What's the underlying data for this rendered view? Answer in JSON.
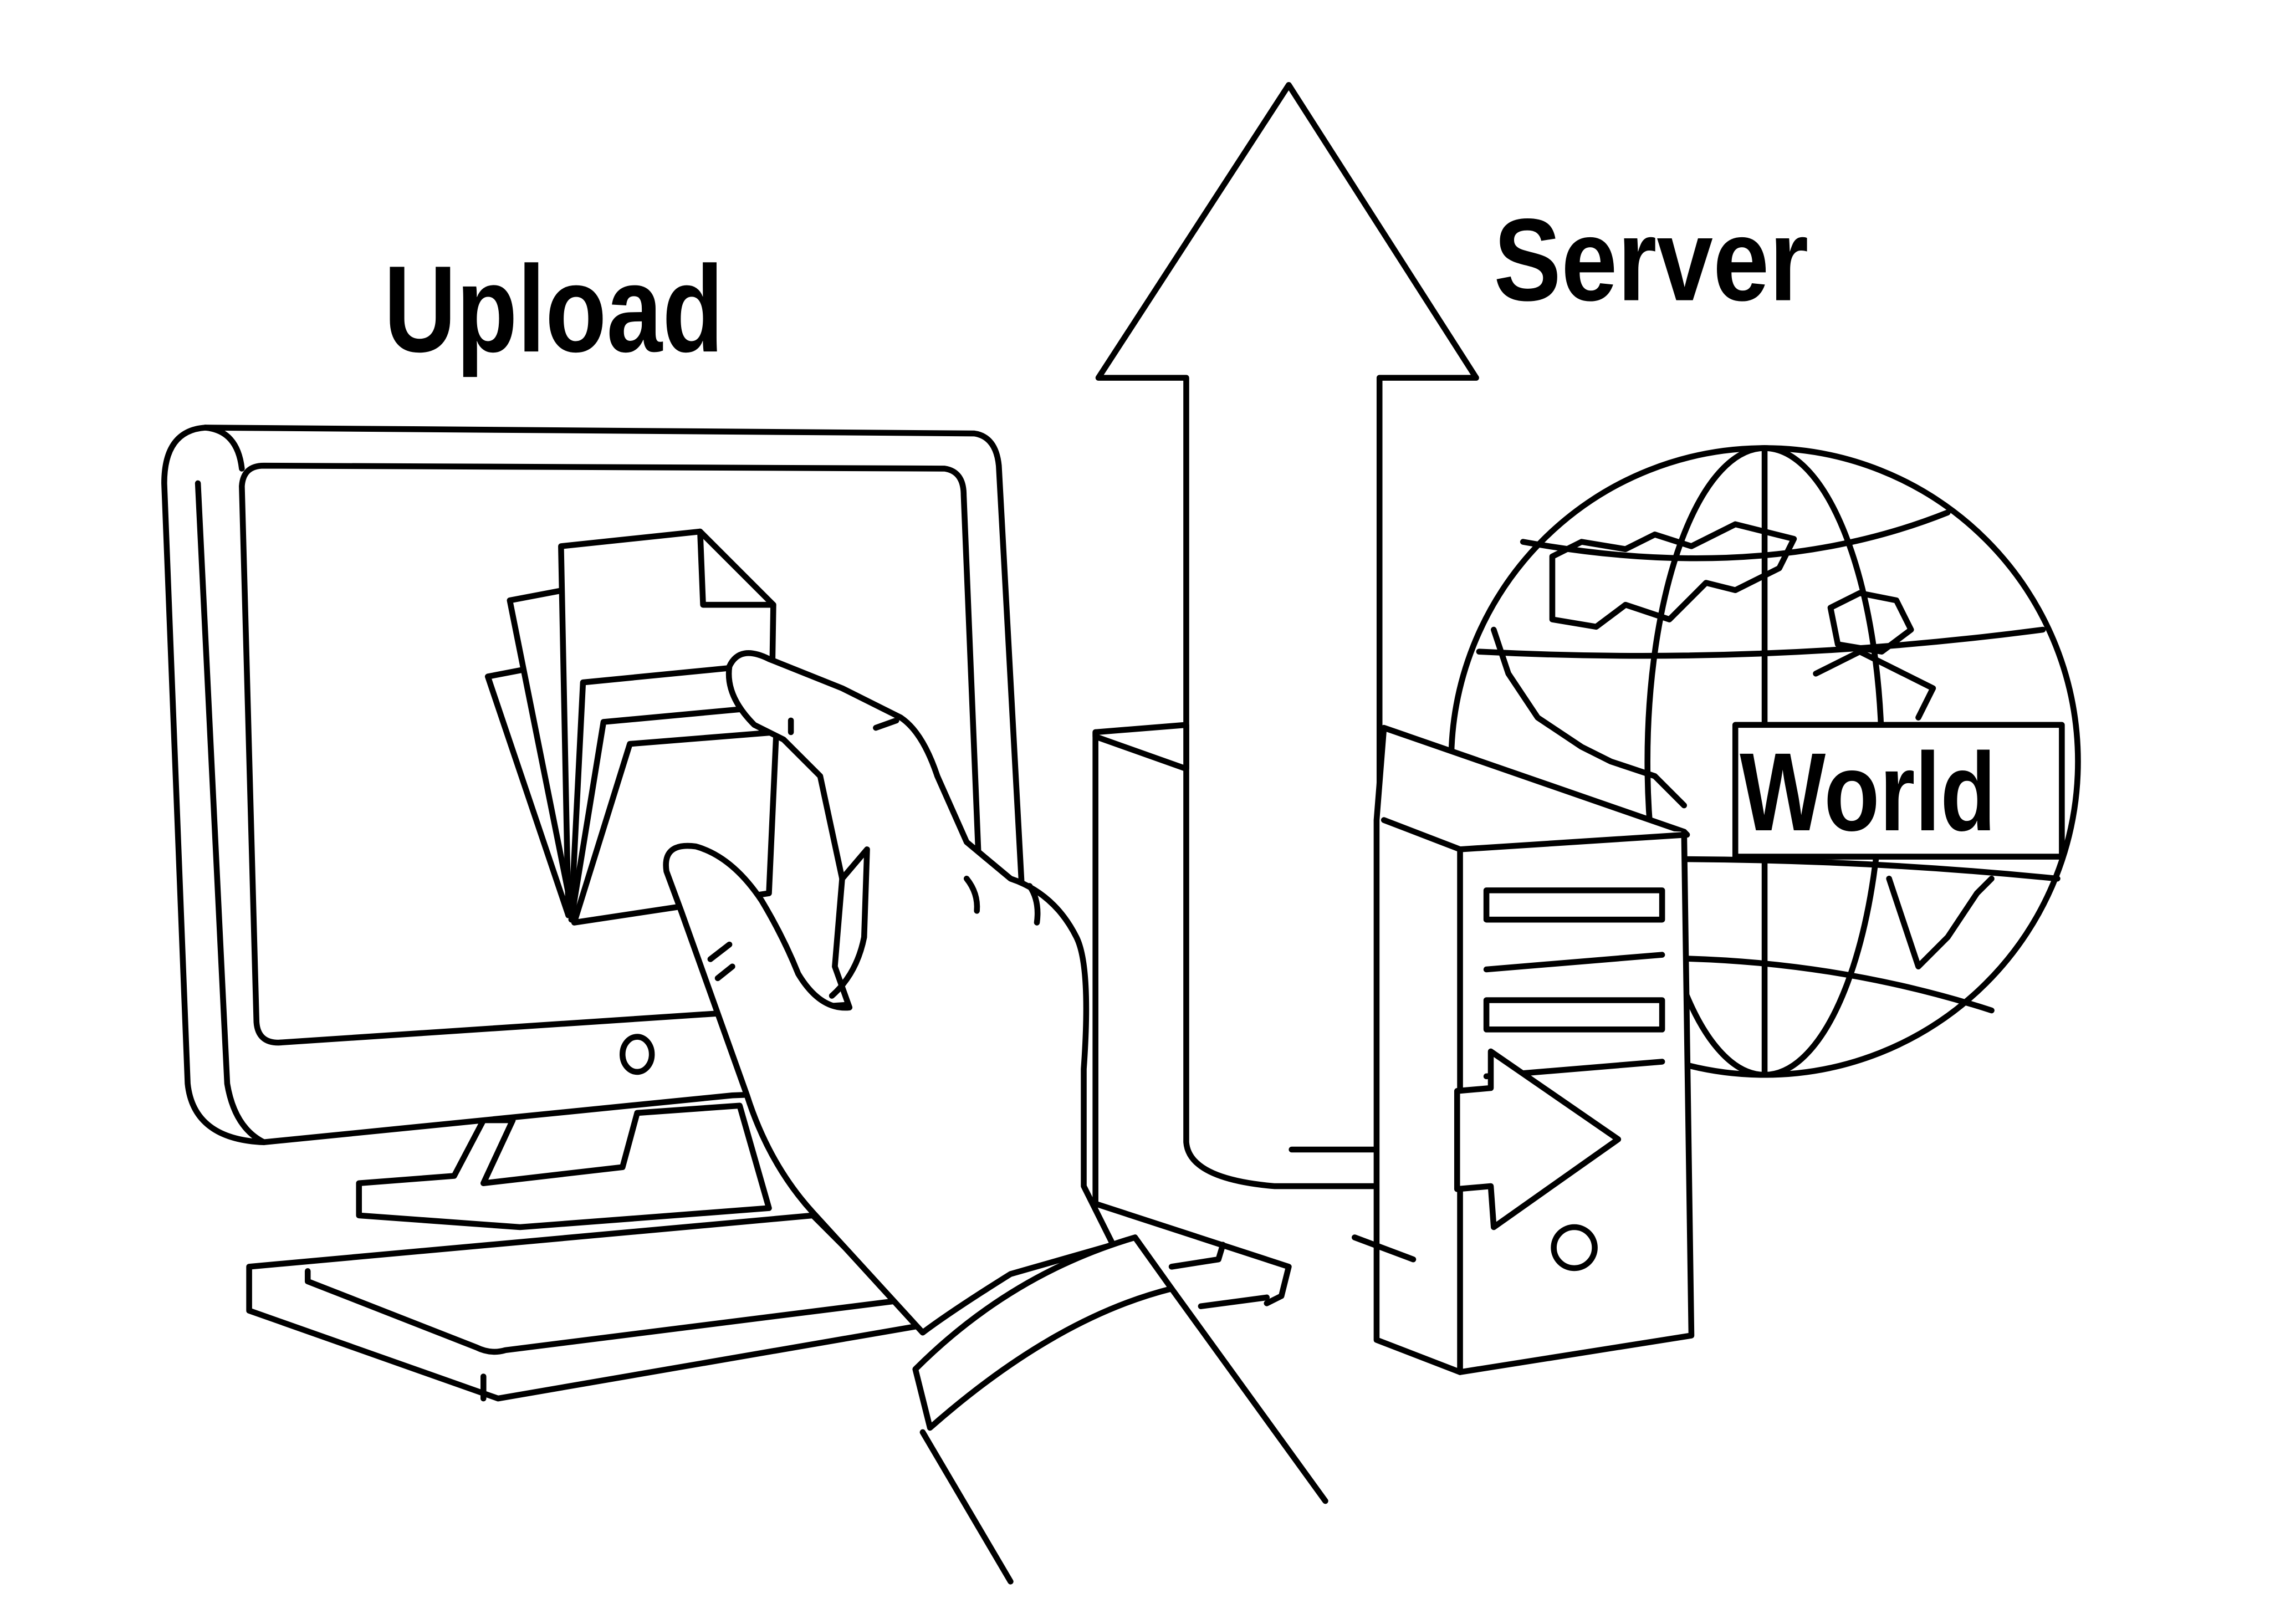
{
  "labels": {
    "upload": "Upload",
    "server": "Server",
    "world": "World"
  },
  "colors": {
    "line": "#000000",
    "background": "#ffffff"
  }
}
